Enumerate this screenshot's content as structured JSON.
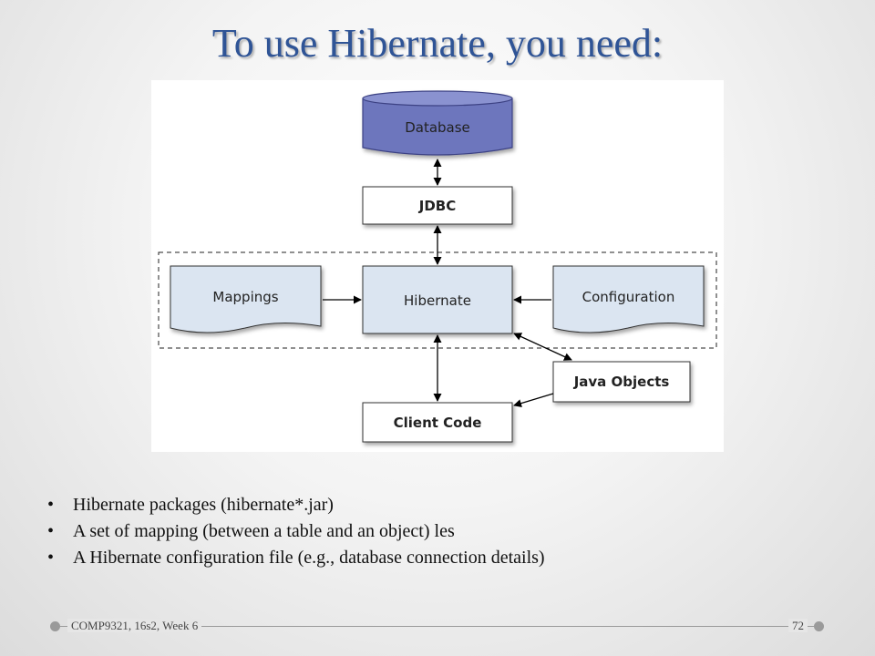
{
  "slide": {
    "title": "To use Hibernate, you need:"
  },
  "diagram": {
    "database": "Database",
    "jdbc": "JDBC",
    "mappings": "Mappings",
    "hibernate": "Hibernate",
    "configuration": "Configuration",
    "java_objects": "Java Objects",
    "client_code": "Client Code",
    "colors": {
      "database_fill": "#6d76bd",
      "document_fill": "#dbe5f1",
      "hibernate_fill": "#dbe5f1",
      "box_fill": "#ffffff"
    }
  },
  "bullets": [
    "Hibernate packages (hibernate*.jar)",
    "A set of mapping (between a table and an object) les",
    "A Hibernate configuration file (e.g., database connection details)"
  ],
  "footer": {
    "left": "COMP9321, 16s2, Week 6",
    "right": "72"
  }
}
